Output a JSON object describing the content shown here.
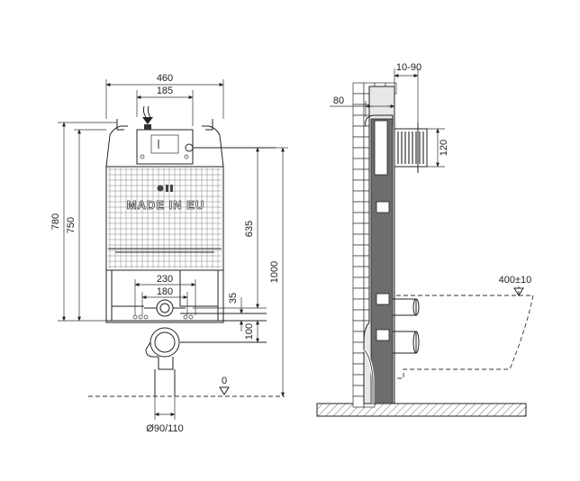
{
  "front_view": {
    "width_total": "460",
    "width_top": "185",
    "height_780": "780",
    "height_750": "750",
    "height_635": "635",
    "height_1000": "1000",
    "width_230": "230",
    "width_180": "180",
    "height_35": "35",
    "height_100": "100",
    "floor_level": "0",
    "pipe_diameter": "Ø90/110",
    "tank_marking": "MADE IN EU"
  },
  "side_view": {
    "depth_range": "10-90",
    "wall_depth": "80",
    "outlet_height": "120",
    "bowl_height": "400±10"
  },
  "colors": {
    "line": "#222222",
    "frame": "#6d6d6d",
    "frame_light": "#e6e6e6",
    "background": "#ffffff"
  }
}
